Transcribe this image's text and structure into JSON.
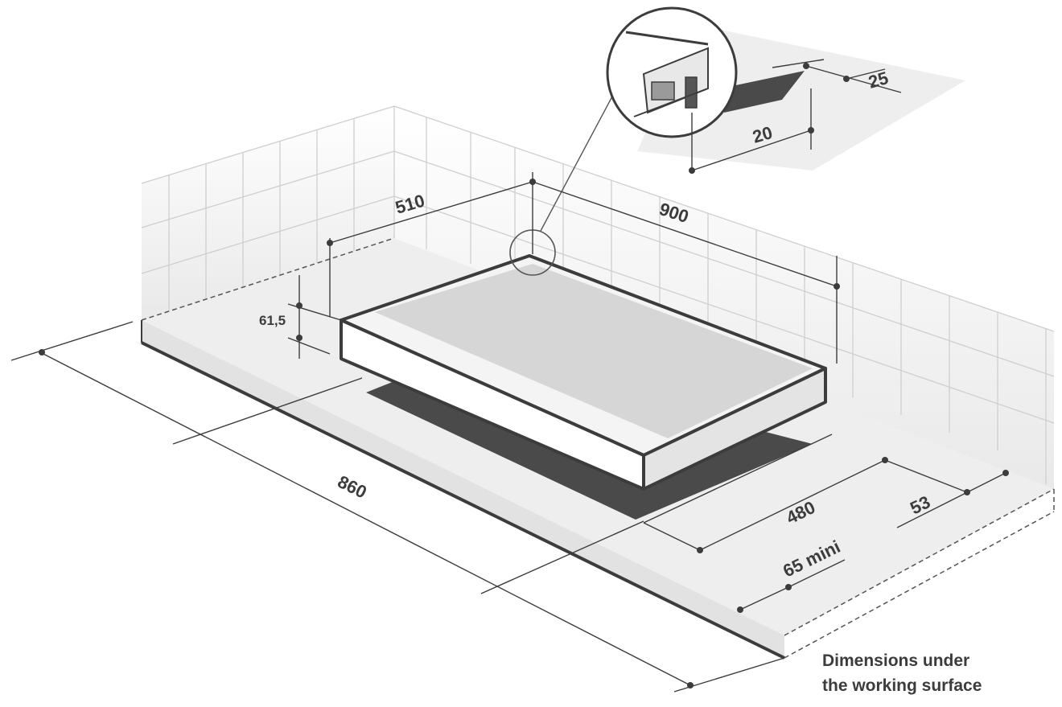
{
  "dimensions": {
    "cutout_depth": "510",
    "hob_width": "900",
    "hob_height": "61,5",
    "worktop_depth": "860",
    "cutout_width": "480",
    "front_distance": "65 mini",
    "side_distance": "53",
    "detail_top": "25",
    "detail_side": "20"
  },
  "caption": {
    "line1": "Dimensions under",
    "line2": "the working surface"
  },
  "colors": {
    "line": "#3c3c3c",
    "wall": "#f2f2f2",
    "worktop": "#eeeeee",
    "glass": "#d6d6d6",
    "cutout": "#4a4a4a"
  }
}
